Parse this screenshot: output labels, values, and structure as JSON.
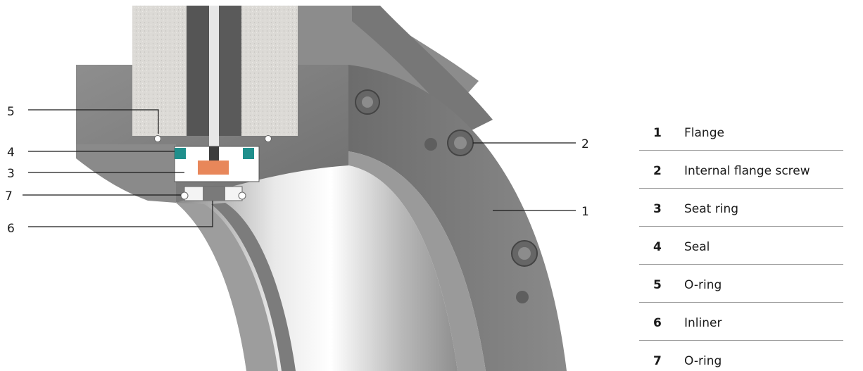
{
  "callouts": {
    "c1": "1",
    "c2": "2",
    "c3": "3",
    "c4": "4",
    "c5": "5",
    "c6": "6",
    "c7": "7"
  },
  "legend": [
    {
      "number": "1",
      "label": "Flange"
    },
    {
      "number": "2",
      "label": "Internal flange screw"
    },
    {
      "number": "3",
      "label": "Seat ring"
    },
    {
      "number": "4",
      "label": "Seal"
    },
    {
      "number": "5",
      "label": "O-ring"
    },
    {
      "number": "6",
      "label": "Inliner"
    },
    {
      "number": "7",
      "label": "O-ring"
    }
  ],
  "colors": {
    "metal_dark": "#7f7f7f",
    "metal_mid": "#9c9c9c",
    "metal_light": "#c9c9c9",
    "insulation": "#dedcd8",
    "seal_teal": "#1f8f8c",
    "seat_orange": "#e8875a",
    "leader_line": "#1a1a1a"
  }
}
